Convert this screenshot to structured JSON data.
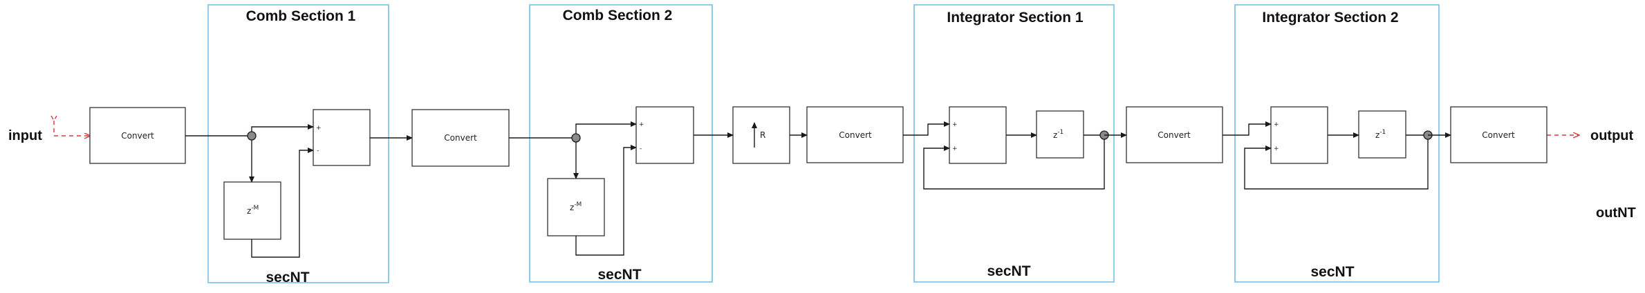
{
  "ports": {
    "input": "input",
    "output": "output",
    "out_nt": "outNT"
  },
  "sections": [
    {
      "title": "Comb Section 1",
      "footer": "secNT"
    },
    {
      "title": "Comb Section 2",
      "footer": "secNT"
    },
    {
      "title": "Integrator Section 1",
      "footer": "secNT"
    },
    {
      "title": "Integrator Section 2",
      "footer": "secNT"
    }
  ],
  "blocks": {
    "convert": "Convert",
    "delay_m": "z",
    "delay_m_exp": "-M",
    "delay_1": "z",
    "delay_1_exp": "-1",
    "upsample": "R",
    "plus": "+",
    "minus": "-"
  },
  "colors": {
    "section_border": "#6fc3e8",
    "signal_dashed": "#d9363e",
    "wire": "#1a1a1a"
  }
}
